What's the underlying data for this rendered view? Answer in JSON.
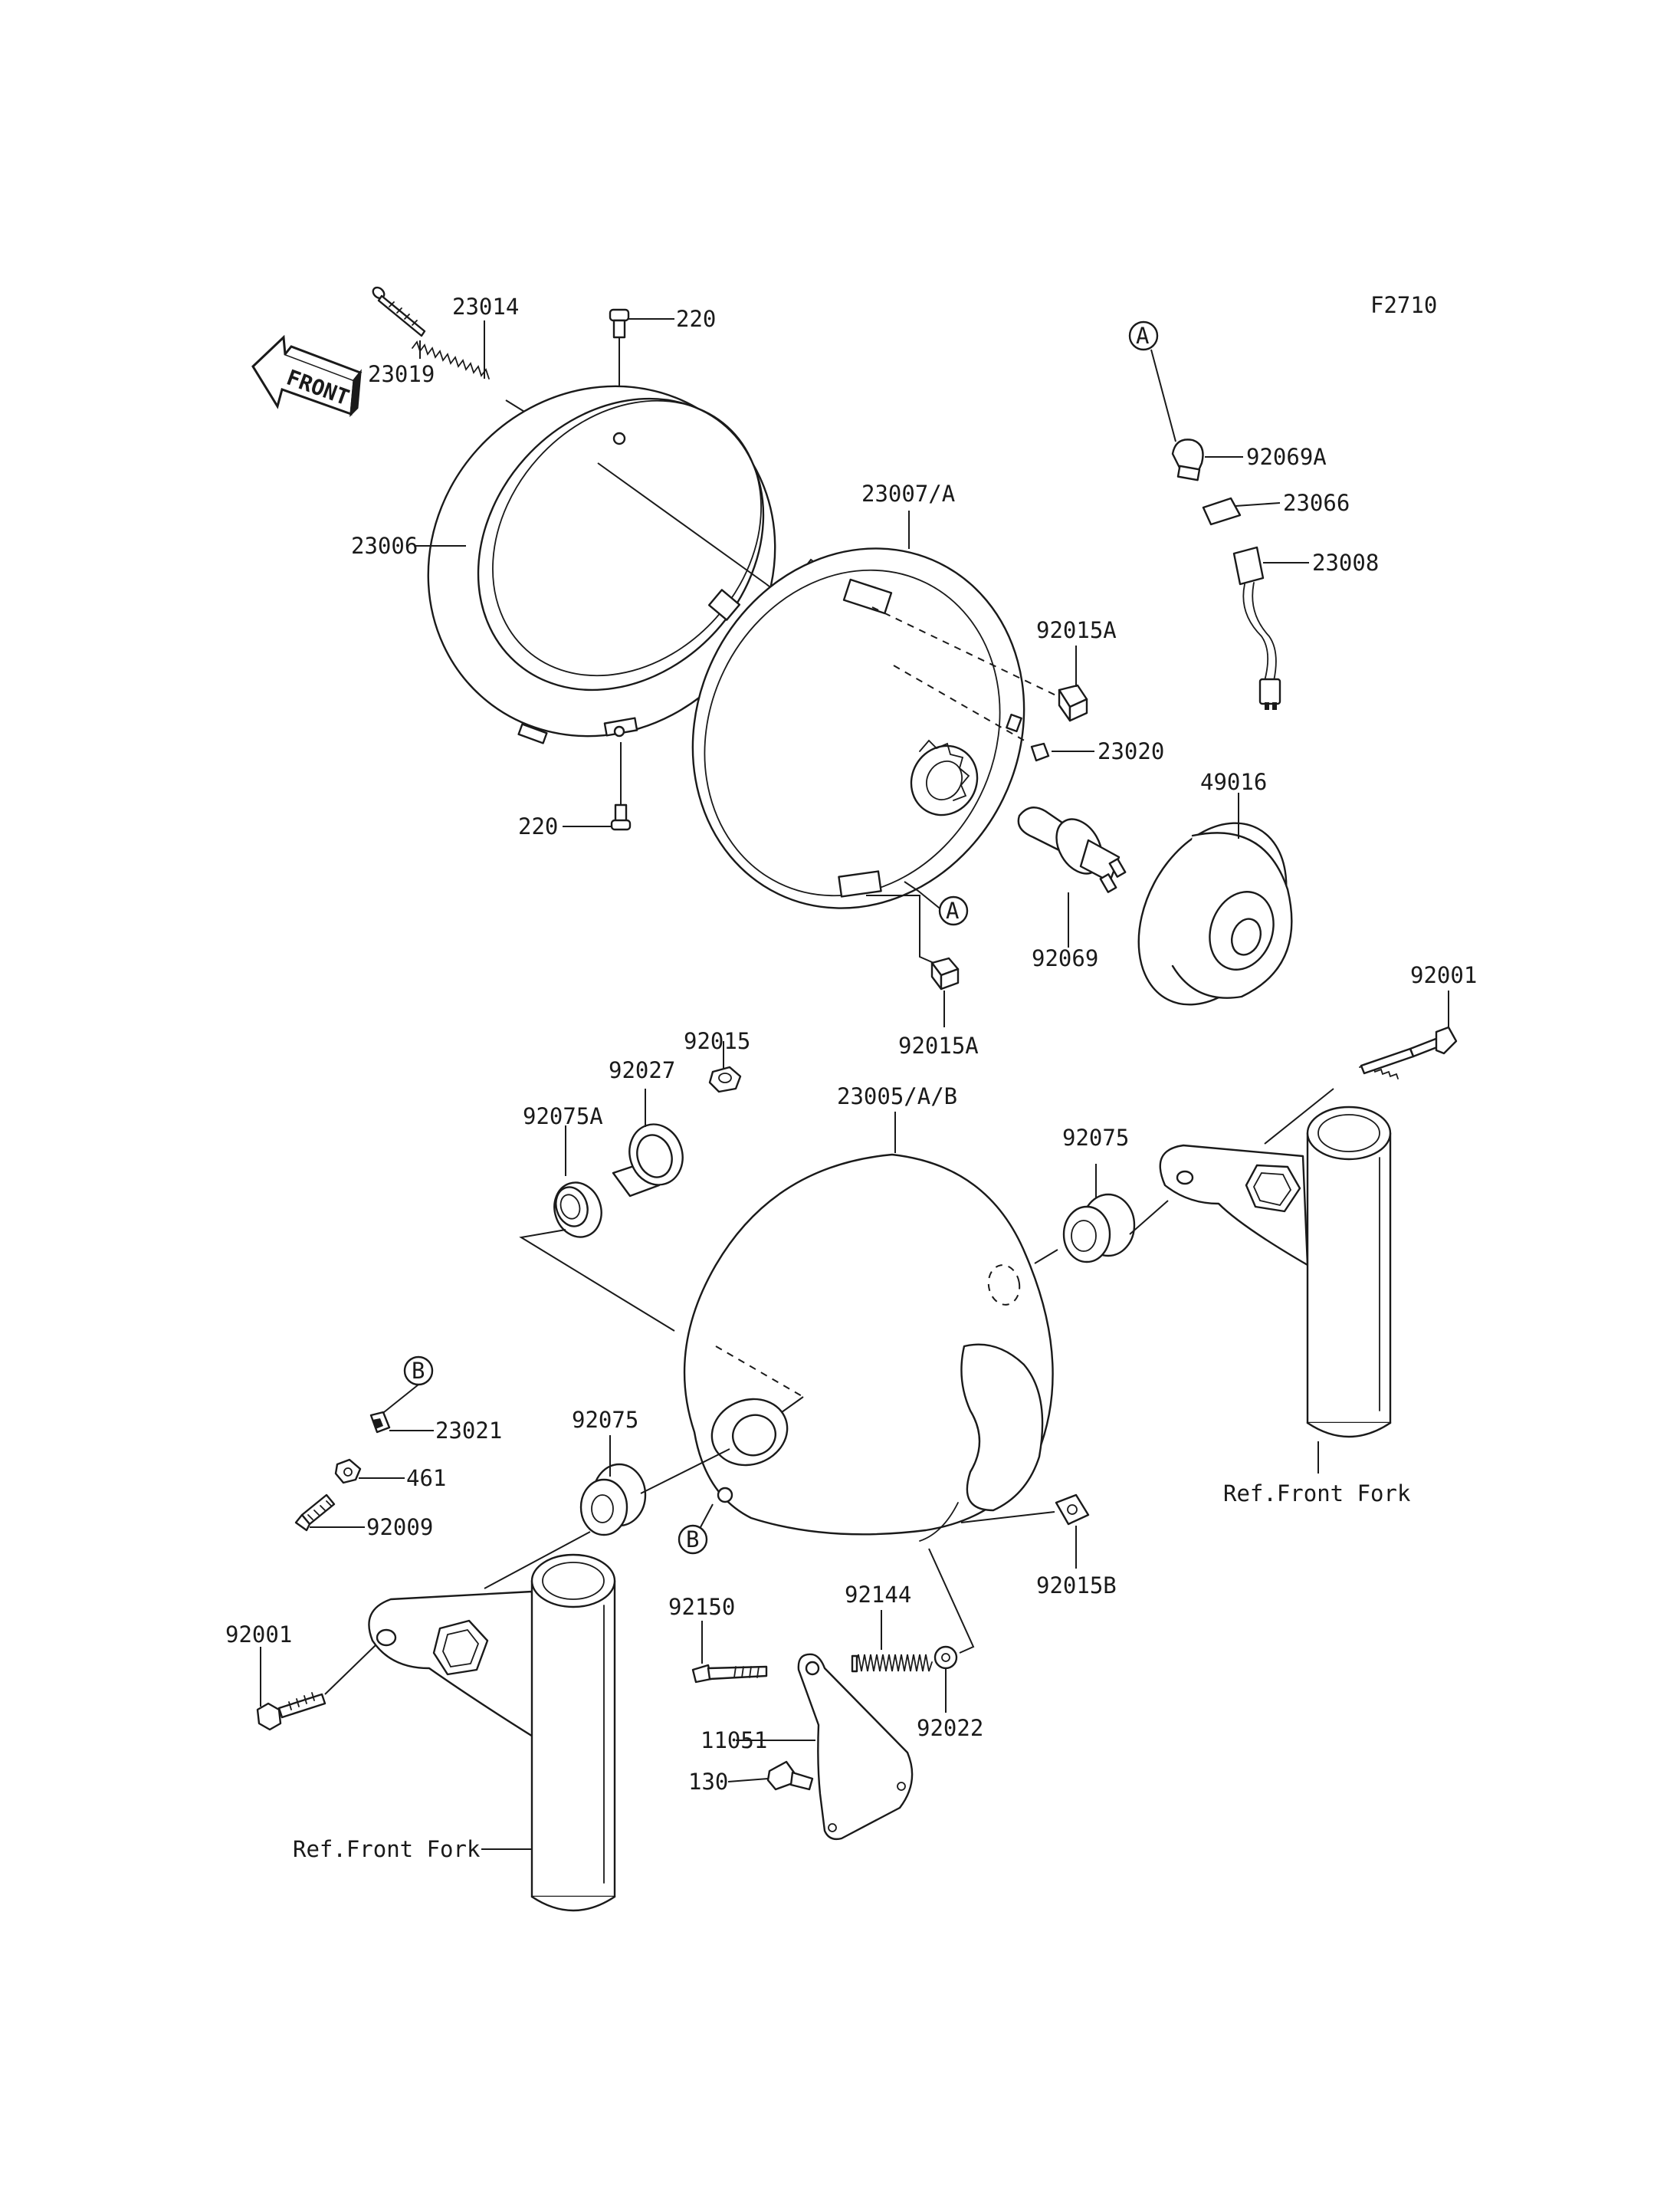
{
  "diagram": {
    "code": "F2710",
    "front_label": "FRONT",
    "ref_front_fork": "Ref.Front Fork",
    "callouts": {
      "a": "A",
      "b": "B"
    },
    "parts": {
      "p23019": "23019",
      "p23014": "23014",
      "p220_top": "220",
      "p220_bottom": "220",
      "p23006": "23006",
      "p23007": "23007/A",
      "p92015a_upper": "92015A",
      "p23020": "23020",
      "p92015a_lower": "92015A",
      "p92069a": "92069A",
      "p23066": "23066",
      "p23008": "23008",
      "p49016": "49016",
      "p92069": "92069",
      "p92001_right": "92001",
      "p92015": "92015",
      "p92027": "92027",
      "p92075a": "92075A",
      "p23005": "23005/A/B",
      "p92075_right": "92075",
      "p23021": "23021",
      "p461": "461",
      "p92009": "92009",
      "p92075_left": "92075",
      "p92015b": "92015B",
      "p92150": "92150",
      "p92144": "92144",
      "p92022": "92022",
      "p11051": "11051",
      "p130": "130",
      "p92001_left": "92001"
    }
  }
}
